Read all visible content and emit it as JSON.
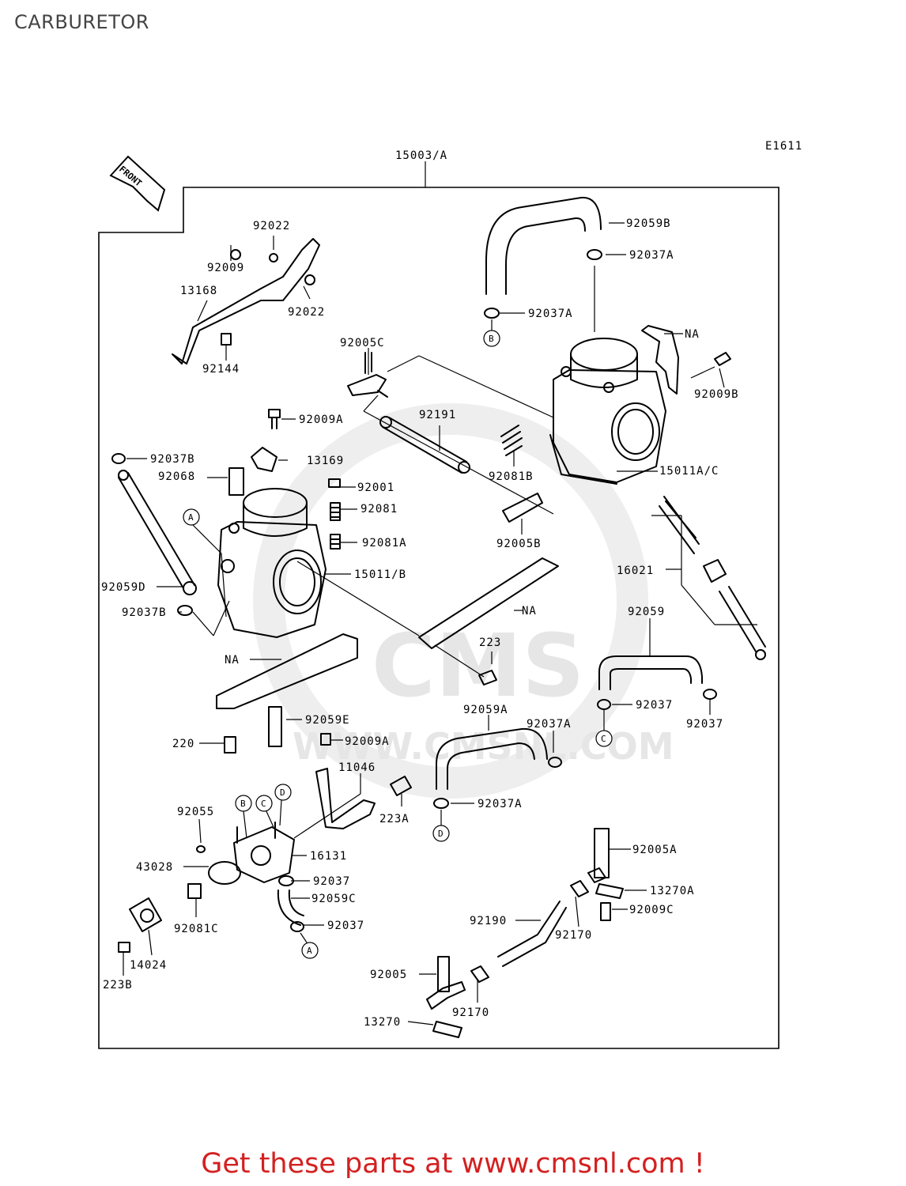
{
  "page": {
    "title": "CARBURETOR",
    "cta": "Get these parts at www.cmsnl.com !"
  },
  "diagram": {
    "figure_code": "E1611",
    "front_label": "FRONT",
    "watermark": {
      "brand": "CMS",
      "url": "WWW.CMSNL.COM"
    },
    "labels": [
      "15003/A",
      "92059B",
      "92037A",
      "92037A",
      "NA",
      "92009B",
      "92022",
      "92009",
      "13168",
      "92022",
      "92144",
      "92005C",
      "92191",
      "92009A",
      "92081B",
      "15011A/C",
      "92037B",
      "13169",
      "92068",
      "92001",
      "92081",
      "92081A",
      "92005B",
      "16021",
      "15011/B",
      "92059D",
      "92037B",
      "NA",
      "223",
      "92059",
      "NA",
      "92037",
      "92037",
      "92059E",
      "92059A",
      "92037A",
      "220",
      "92009A",
      "11046",
      "223A",
      "92037A",
      "92055",
      "16131",
      "43028",
      "92037",
      "92059C",
      "92037",
      "92081C",
      "14024",
      "223B",
      "92005A",
      "13270A",
      "92009C",
      "92190",
      "92170",
      "92005",
      "92170",
      "13270"
    ],
    "circle_refs": [
      "B",
      "A",
      "C",
      "B",
      "C",
      "D",
      "D",
      "A"
    ]
  },
  "colors": {
    "line": "#000000",
    "title": "#444444",
    "cta": "#d42020",
    "watermark": "#e6e6e6"
  }
}
